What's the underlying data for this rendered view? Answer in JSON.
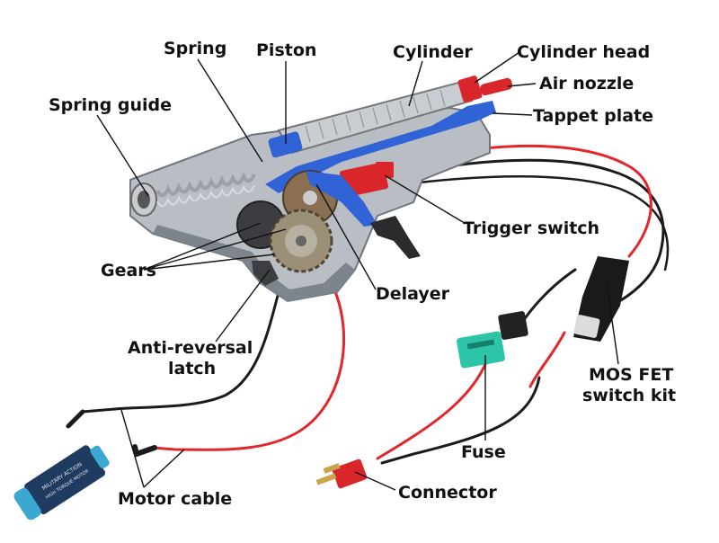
{
  "colors": {
    "housing": "#b9bec4",
    "housing_dark": "#7d848c",
    "blue_part": "#2f63d6",
    "red_part": "#d8262b",
    "wire_red": "#e2262b",
    "wire_black": "#1b1b1b",
    "mosfet_body": "#1a1a1a",
    "fuse_teal": "#2ec4a8",
    "motor_body": "#1f3b60",
    "motor_cap": "#3aa8d0",
    "connector_red": "#d8262b"
  },
  "labels": {
    "spring": "Spring",
    "piston": "Piston",
    "cylinder": "Cylinder",
    "cylinder_head": "Cylinder head",
    "spring_guide": "Spring guide",
    "air_nozzle": "Air nozzle",
    "tappet_plate": "Tappet plate",
    "trigger_switch": "Trigger switch",
    "gears": "Gears",
    "delayer": "Delayer",
    "anti_reversal_line1": "Anti-reversal",
    "anti_reversal_line2": "latch",
    "mosfet_line1": "MOS FET",
    "mosfet_line2": "switch kit",
    "fuse": "Fuse",
    "connector": "Connector",
    "motor_cable": "Motor cable"
  },
  "motor_text": {
    "line1": "MILITARY ACTION",
    "line2": "HIGH TORQUE MOTOR"
  }
}
